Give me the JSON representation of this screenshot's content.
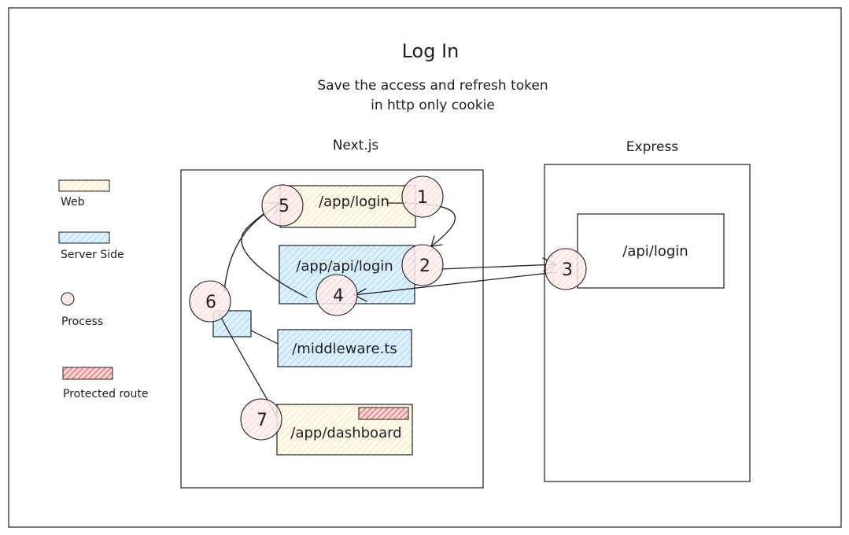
{
  "title": "Log In",
  "subtitle": [
    "Save the access and refresh token",
    "in http only cookie"
  ],
  "containers": {
    "nextjs_label": "Next.js",
    "express_label": "Express"
  },
  "boxes": {
    "app_login": "/app/login",
    "app_api_login": "/app/api/login",
    "middleware": "/middleware.ts",
    "app_dashboard": "/app/dashboard",
    "api_login": "/api/login"
  },
  "steps": [
    "1",
    "2",
    "3",
    "4",
    "5",
    "6",
    "7"
  ],
  "legend": {
    "web": "Web",
    "server_side": "Server Side",
    "process": "Process",
    "protected_route": "Protected route"
  },
  "colors": {
    "web": "#fff1bf",
    "server": "#a5d8ff",
    "process": "#ffc9c9",
    "protected": "#ff8787",
    "stroke": "#1e1e1e"
  }
}
